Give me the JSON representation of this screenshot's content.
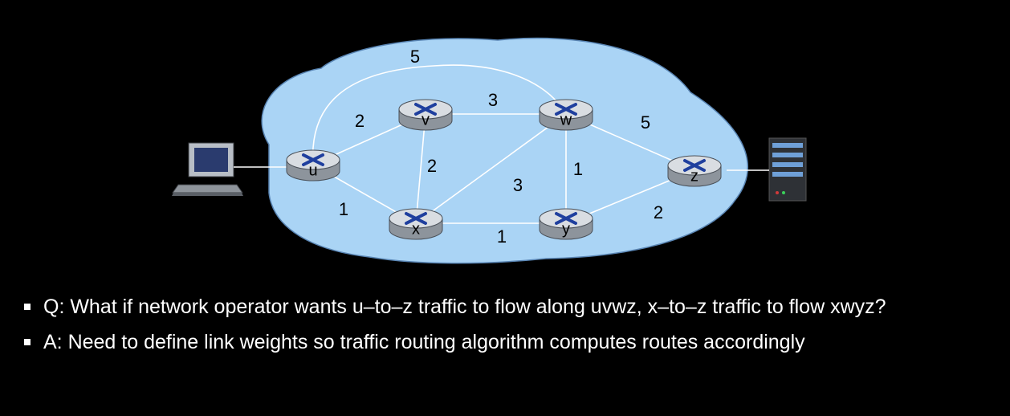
{
  "diagram": {
    "routers": [
      {
        "id": "u",
        "label": "u"
      },
      {
        "id": "v",
        "label": "v"
      },
      {
        "id": "w",
        "label": "w"
      },
      {
        "id": "x",
        "label": "x"
      },
      {
        "id": "y",
        "label": "y"
      },
      {
        "id": "z",
        "label": "z"
      }
    ],
    "links": [
      {
        "from": "u",
        "to": "v",
        "weight": "2"
      },
      {
        "from": "u",
        "to": "x",
        "weight": "1"
      },
      {
        "from": "u",
        "to": "w",
        "weight": "5"
      },
      {
        "from": "v",
        "to": "w",
        "weight": "3"
      },
      {
        "from": "v",
        "to": "x",
        "weight": "2"
      },
      {
        "from": "x",
        "to": "w",
        "weight": "3"
      },
      {
        "from": "x",
        "to": "y",
        "weight": "1"
      },
      {
        "from": "w",
        "to": "y",
        "weight": "1"
      },
      {
        "from": "w",
        "to": "z",
        "weight": "5"
      },
      {
        "from": "y",
        "to": "z",
        "weight": "2"
      }
    ],
    "colors": {
      "cloud_fill": "#aad4f5",
      "cloud_stroke": "#5a86b5",
      "link": "#ffffff",
      "router_top": "#d9dde2",
      "router_side": "#8d949c",
      "router_x": "#1f3f9e"
    }
  },
  "bullets": [
    {
      "text": "Q: What if network operator wants u–to–z traffic to flow along uvwz, x–to–z traffic to flow xwyz?"
    },
    {
      "text": "A: Need to define link weights so traffic routing algorithm computes routes accordingly"
    }
  ]
}
